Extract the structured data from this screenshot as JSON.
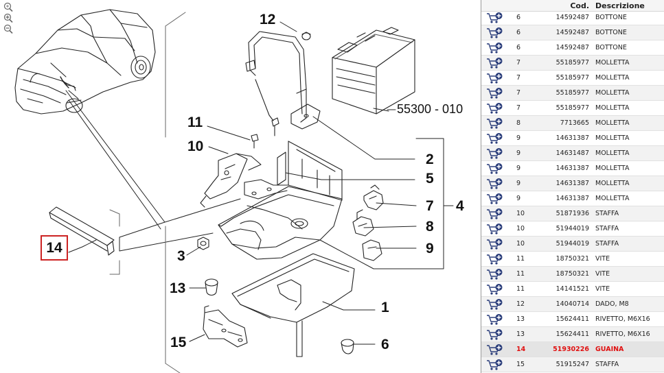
{
  "diagram": {
    "callouts": {
      "c1": "1",
      "c2": "2",
      "c3": "3",
      "c4": "4",
      "c5": "5",
      "c6": "6",
      "c7": "7",
      "c8": "8",
      "c9": "9",
      "c10": "10",
      "c11": "11",
      "c12": "12",
      "c13": "13",
      "c14": "14",
      "c15": "15",
      "ref": "55300 - 010"
    },
    "selected_callout": "14"
  },
  "table": {
    "header": {
      "code": "Cod.",
      "description": "Descrizione"
    },
    "rows": [
      {
        "pos": "6",
        "code": "14592487",
        "desc": "BOTTONE"
      },
      {
        "pos": "6",
        "code": "14592487",
        "desc": "BOTTONE"
      },
      {
        "pos": "6",
        "code": "14592487",
        "desc": "BOTTONE"
      },
      {
        "pos": "7",
        "code": "55185977",
        "desc": "MOLLETTA"
      },
      {
        "pos": "7",
        "code": "55185977",
        "desc": "MOLLETTA"
      },
      {
        "pos": "7",
        "code": "55185977",
        "desc": "MOLLETTA"
      },
      {
        "pos": "7",
        "code": "55185977",
        "desc": "MOLLETTA"
      },
      {
        "pos": "8",
        "code": "7713665",
        "desc": "MOLLETTA"
      },
      {
        "pos": "9",
        "code": "14631387",
        "desc": "MOLLETTA"
      },
      {
        "pos": "9",
        "code": "14631487",
        "desc": "MOLLETTA"
      },
      {
        "pos": "9",
        "code": "14631387",
        "desc": "MOLLETTA"
      },
      {
        "pos": "9",
        "code": "14631387",
        "desc": "MOLLETTA"
      },
      {
        "pos": "9",
        "code": "14631387",
        "desc": "MOLLETTA"
      },
      {
        "pos": "10",
        "code": "51871936",
        "desc": "STAFFA"
      },
      {
        "pos": "10",
        "code": "51944019",
        "desc": "STAFFA"
      },
      {
        "pos": "10",
        "code": "51944019",
        "desc": "STAFFA"
      },
      {
        "pos": "11",
        "code": "18750321",
        "desc": "VITE"
      },
      {
        "pos": "11",
        "code": "18750321",
        "desc": "VITE"
      },
      {
        "pos": "11",
        "code": "14141521",
        "desc": "VITE"
      },
      {
        "pos": "12",
        "code": "14040714",
        "desc": "DADO, M8"
      },
      {
        "pos": "13",
        "code": "15624411",
        "desc": "RIVETTO, M6X16"
      },
      {
        "pos": "13",
        "code": "15624411",
        "desc": "RIVETTO, M6X16"
      },
      {
        "pos": "14",
        "code": "51930226",
        "desc": "GUAINA",
        "selected": true
      },
      {
        "pos": "15",
        "code": "51915247",
        "desc": "STAFFA"
      }
    ],
    "cart_icon": "add-to-cart-icon",
    "selected_color": "#e01010"
  }
}
